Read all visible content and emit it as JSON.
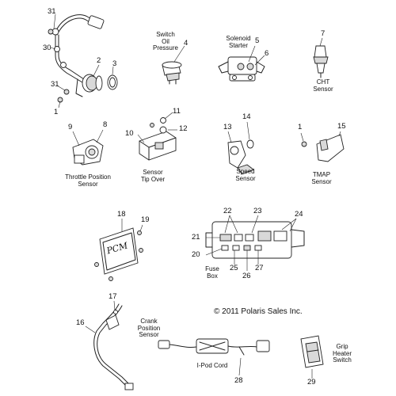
{
  "copyright": "© 2011 Polaris Sales Inc.",
  "part_labels": {
    "switch_oil_pressure": "Switch\nOil\nPressure",
    "solenoid_starter": "Solenoid\nStarter",
    "cht_sensor": "CHT\nSensor",
    "throttle_position_sensor": "Throttle Position\nSensor",
    "sensor_tip_over": "Sensor\nTip Over",
    "speed_sensor": "Speed\nSensor",
    "tmap_sensor": "TMAP\nSensor",
    "fuse_box": "Fuse\nBox",
    "crank_position_sensor": "Crank\nPosition\nSensor",
    "ipod_cord": "I-Pod Cord",
    "grip_heater_switch": "Grip\nHeater\nSwitch"
  },
  "pcm_marking": "PCM",
  "callouts": {
    "n1a": "1",
    "n1b": "1",
    "n2": "2",
    "n3": "3",
    "n4": "4",
    "n5": "5",
    "n6": "6",
    "n7": "7",
    "n8": "8",
    "n9": "9",
    "n10": "10",
    "n11": "11",
    "n12": "12",
    "n13": "13",
    "n14": "14",
    "n15": "15",
    "n16": "16",
    "n17": "17",
    "n18": "18",
    "n19": "19",
    "n20": "20",
    "n21": "21",
    "n22": "22",
    "n23": "23",
    "n24": "24",
    "n25": "25",
    "n26": "26",
    "n27": "27",
    "n28": "28",
    "n29": "29",
    "n30": "30",
    "n31a": "31",
    "n31b": "31"
  }
}
